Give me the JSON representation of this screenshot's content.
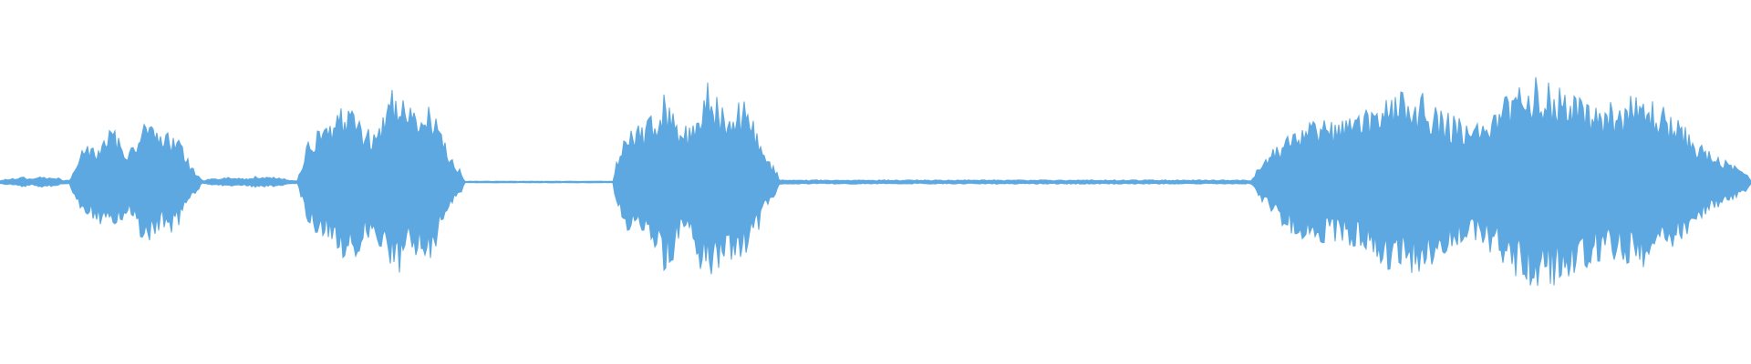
{
  "waveform": {
    "color": "#5DA8E0",
    "background": "#FFFFFF",
    "segments": [
      {
        "kind": "burst",
        "start": 0.0,
        "end": 0.04,
        "peak": 0.04
      },
      {
        "kind": "burst",
        "start": 0.04,
        "end": 0.115,
        "peak": 0.42
      },
      {
        "kind": "burst",
        "start": 0.115,
        "end": 0.17,
        "peak": 0.04
      },
      {
        "kind": "burst",
        "start": 0.17,
        "end": 0.265,
        "peak": 0.65
      },
      {
        "kind": "silence",
        "start": 0.265,
        "end": 0.35,
        "peak": 0.005
      },
      {
        "kind": "burst",
        "start": 0.35,
        "end": 0.445,
        "peak": 0.68
      },
      {
        "kind": "silence",
        "start": 0.445,
        "end": 0.715,
        "peak": 0.012
      },
      {
        "kind": "burst",
        "start": 0.715,
        "end": 1.0,
        "peak": 0.72
      }
    ]
  }
}
